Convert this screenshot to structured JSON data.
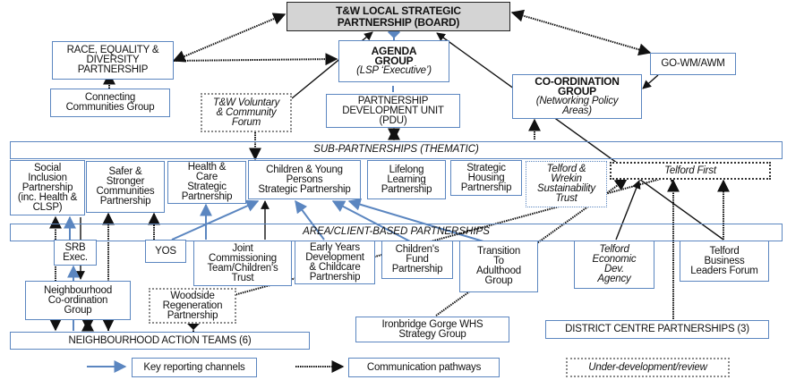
{
  "board": {
    "lines": [
      "T&W LOCAL STRATEGIC",
      "PARTNERSHIP (BOARD)"
    ]
  },
  "race_equality": {
    "lines": [
      "RACE, EQUALITY &",
      "DIVERSITY",
      "PARTNERSHIP"
    ]
  },
  "connecting_communities": {
    "lines": [
      "Connecting",
      "Communities Group"
    ]
  },
  "agenda_group": {
    "title_lines": [
      "AGENDA",
      "GROUP"
    ],
    "subtitle": "(LSP ‘Executive’)"
  },
  "voluntary_forum": {
    "lines": [
      "T&W Voluntary",
      "& Community",
      "Forum"
    ]
  },
  "pdu": {
    "lines": [
      "PARTNERSHIP",
      "DEVELOPMENT UNIT",
      "(PDU)"
    ]
  },
  "go_wm": {
    "label": "GO-WM/AWM"
  },
  "coordination_group": {
    "title_lines": [
      "CO-ORDINATION",
      "GROUP"
    ],
    "subtitle_lines": [
      "(Networking Policy",
      "Areas)"
    ]
  },
  "sub_partnerships_band": {
    "label": "SUB-PARTNERSHIPS (THEMATIC)"
  },
  "area_band": {
    "label": "AREA/CLIENT-BASED PARTNERSHIPS"
  },
  "thematic": [
    {
      "lines": [
        "Social",
        "Inclusion",
        "Partnership",
        "(inc. Health &",
        "CLSP)"
      ]
    },
    {
      "lines": [
        "Safer &",
        "Stronger",
        "Communities",
        "Partnership"
      ]
    },
    {
      "lines": [
        "Health &",
        "Care",
        "Strategic",
        "Partnership"
      ]
    },
    {
      "lines": [
        "Children & Young",
        "Persons",
        "Strategic Partnership"
      ]
    },
    {
      "lines": [
        "Lifelong",
        "Learning",
        "Partnership"
      ]
    },
    {
      "lines": [
        "Strategic",
        "Housing",
        "Partnership"
      ]
    },
    {
      "lines": [
        "Telford &",
        "Wrekin",
        "Sustainability",
        "Trust"
      ]
    },
    {
      "lines": [
        "Telford First"
      ]
    }
  ],
  "area": {
    "srb": {
      "lines": [
        "SRB",
        "Exec."
      ]
    },
    "yos": {
      "label": "YOS"
    },
    "joint_commissioning": {
      "lines": [
        "Joint",
        "Commissioning",
        "Team/Children's",
        "Trust"
      ]
    },
    "early_years": {
      "lines": [
        "Early Years",
        "Development",
        "& Childcare",
        "Partnership"
      ]
    },
    "childrens_fund": {
      "lines": [
        "Children's",
        "Fund",
        "Partnership"
      ]
    },
    "transition": {
      "lines": [
        "Transition",
        "To",
        "Adulthood",
        "Group"
      ]
    },
    "telford_economic": {
      "lines": [
        "Telford",
        "Economic",
        "Dev.",
        "Agency"
      ]
    },
    "business_leaders": {
      "lines": [
        "Telford",
        "Business",
        "Leaders Forum"
      ]
    },
    "neighbourhood_coord": {
      "lines": [
        "Neighbourhood",
        "Co-ordination",
        "Group"
      ]
    },
    "woodside": {
      "lines": [
        "Woodside",
        "Regeneration",
        "Partnership"
      ]
    },
    "ironbridge": {
      "lines": [
        "Ironbridge Gorge WHS",
        "Strategy Group"
      ]
    },
    "district_centre": {
      "label": "DISTRICT CENTRE PARTNERSHIPS (3)"
    },
    "nat": {
      "label": "NEIGHBOURHOOD ACTION TEAMS (6)"
    }
  },
  "legend": {
    "key_reporting": "Key reporting channels",
    "communication": "Communication pathways",
    "under_development": "Under-development/review"
  },
  "colors": {
    "blue": "#5b86c0",
    "black": "#111111",
    "board_fill": "#d4d4d4",
    "grey_dotted": "#8a8a8a"
  }
}
